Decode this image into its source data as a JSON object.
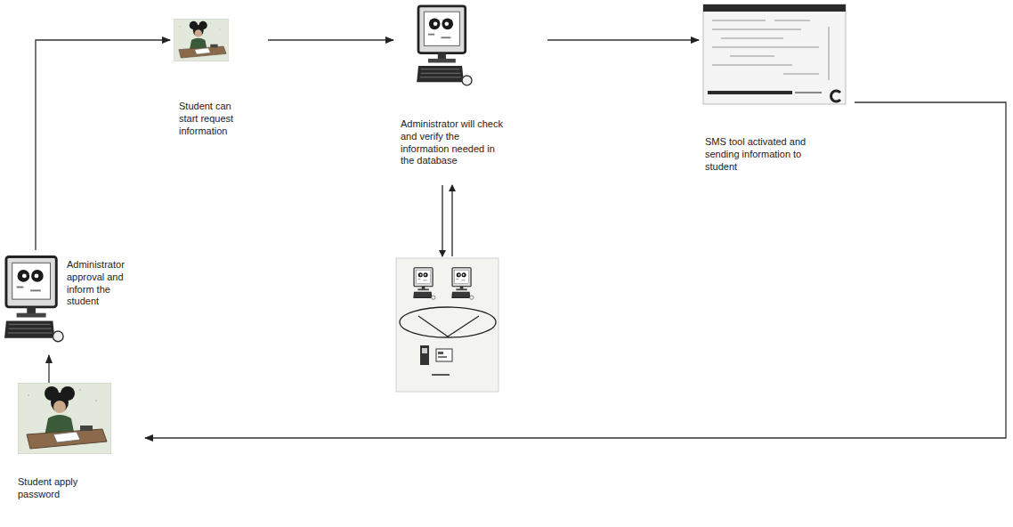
{
  "diagram": {
    "nodes": [
      {
        "text": [
          "Student apply password"
        ]
      },
      {
        "text": [
          "Administrator approval and inform the student"
        ]
      },
      {
        "text": [
          "Student can start request information"
        ]
      },
      {
        "text": [
          "Administrator will check and verify the information needed in the database"
        ]
      },
      {
        "text": [
          "SMS tool activated and sending information to student"
        ]
      }
    ],
    "edges": [
      {
        "from": 0,
        "to": 1,
        "arrow": "to"
      },
      {
        "from": 1,
        "to": 2,
        "arrow": "to"
      },
      {
        "from": 2,
        "to": 3,
        "arrow": "to"
      },
      {
        "from": 3,
        "to": 4,
        "arrow": "to"
      },
      {
        "from": 4,
        "to": 0,
        "arrow": "to"
      }
    ]
  }
}
